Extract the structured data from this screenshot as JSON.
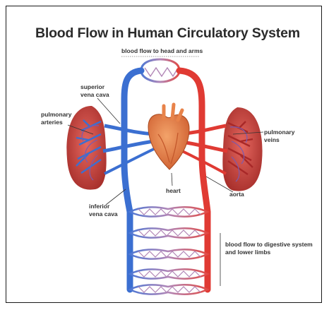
{
  "title": "Blood Flow  in Human Circulatory System",
  "labels": {
    "head_arms": "blood flow to head and arms",
    "superior_vena_cava": [
      "superior",
      "vena cava"
    ],
    "pulmonary_arteries": [
      "pulmonary",
      "arteries"
    ],
    "heart": "heart",
    "pulmonary_veins": [
      "pulmonary",
      "veins"
    ],
    "aorta": "aorta",
    "inferior_vena_cava": [
      "inferior",
      "vena cava"
    ],
    "digestive_limbs": [
      "blood flow to digestive system",
      "and lower limbs"
    ]
  },
  "colors": {
    "vein_blue": "#3b6fd1",
    "artery_red": "#e03a33",
    "lung_red": "#c94540",
    "heart_orange": "#e8834a",
    "capillary_pink": "#b47aa8"
  }
}
